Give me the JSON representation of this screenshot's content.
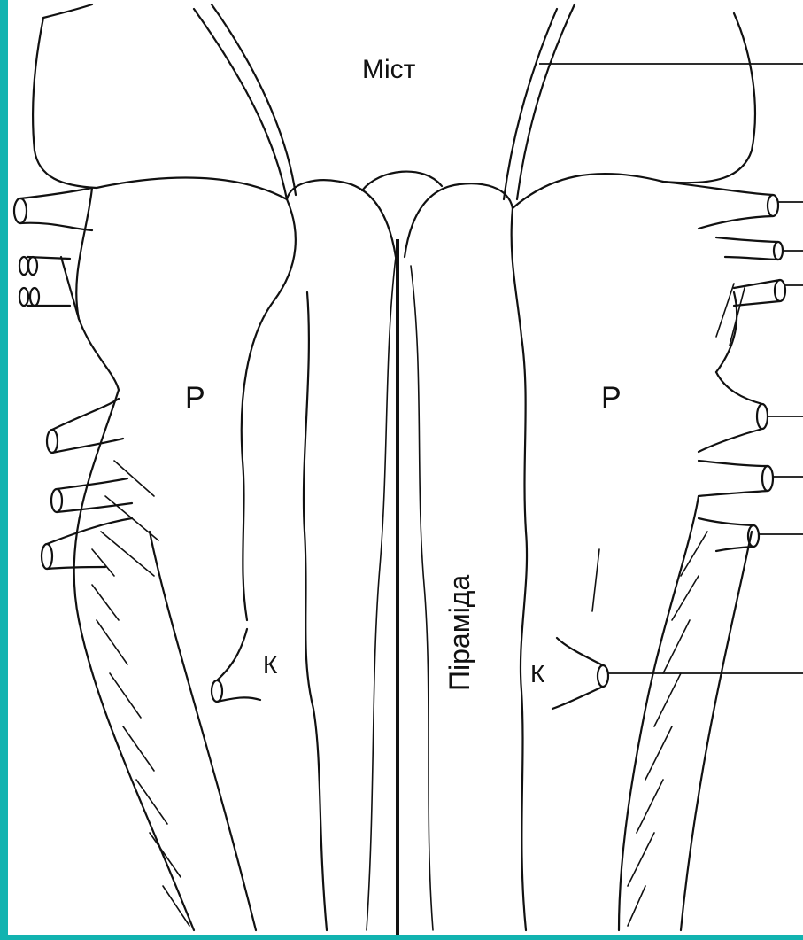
{
  "diagram": {
    "labels": {
      "pons": "Міст",
      "pyramid": "Піраміда",
      "olive_left": "P",
      "olive_right": "P",
      "k_left": "К",
      "k_right": "К"
    },
    "colors": {
      "frame": "#12b3b0",
      "background": "#ffffff",
      "ink": "#111111"
    }
  }
}
